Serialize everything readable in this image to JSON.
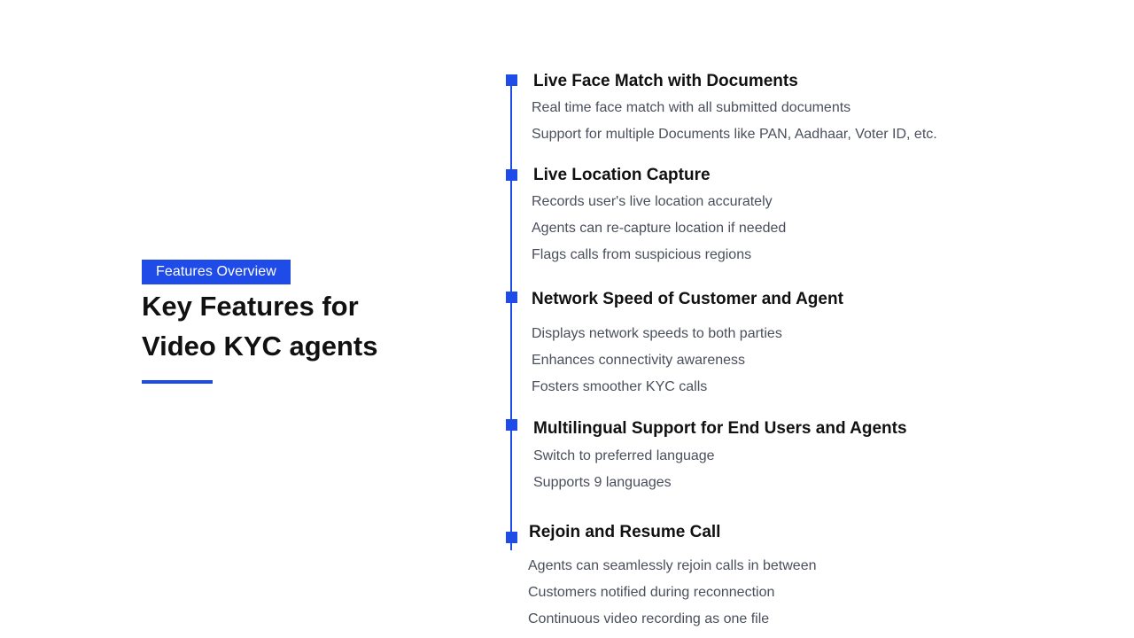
{
  "header": {
    "tag": "Features Overview",
    "title_line1": "Key Features for",
    "title_line2": "Video KYC agents"
  },
  "features": [
    {
      "title": "Live Face Match with Documents",
      "points": [
        "Real time face match with all submitted documents",
        "Support for multiple Documents like PAN, Aadhaar, Voter ID, etc."
      ]
    },
    {
      "title": "Live Location Capture",
      "points": [
        "Records user's live location accurately",
        "Agents can re-capture location if needed",
        "Flags calls from suspicious regions"
      ]
    },
    {
      "title": "Network Speed of Customer and Agent",
      "points": [
        "Displays network speeds to both parties",
        "Enhances connectivity awareness",
        "Fosters smoother KYC calls"
      ]
    },
    {
      "title": "Multilingual Support for End Users and Agents",
      "points": [
        "Switch to preferred language",
        "Supports 9 languages"
      ]
    },
    {
      "title": "Rejoin and Resume Call",
      "points": [
        "Agents can seamlessly rejoin calls in between",
        "Customers notified during reconnection",
        "Continuous video recording as one file"
      ]
    }
  ],
  "colors": {
    "accent": "#1f4be8",
    "heading": "#111111",
    "body_text": "#4a4f5c"
  }
}
